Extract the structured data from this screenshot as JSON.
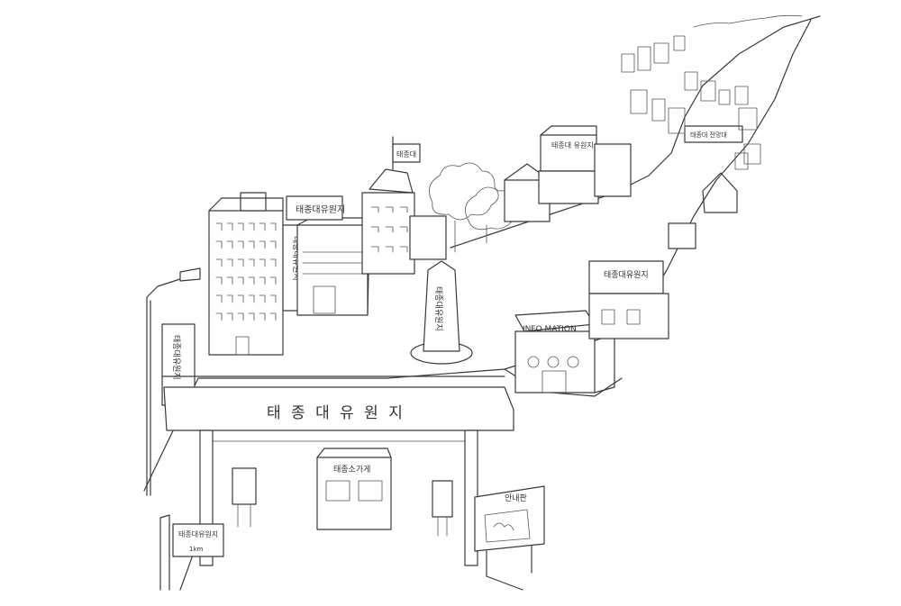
{
  "gate_sign": "태 종 대  유 원 지",
  "info_building_sign": "INFO MATION",
  "monument_text": "태종대유원지",
  "rooftop_sign": "태종대유원지",
  "building_vertical_sign": "태종대유원지",
  "lamppost_banner": "태종대유원지",
  "ticket_booth_sign": "태종소가게",
  "map_board_title": "안내판",
  "direction_sign": "태종대유원지",
  "direction_sign_sub": "1km",
  "ridge_building_sign": "태종대 유원지",
  "distant_banner": "태종대 전망대",
  "right_building_sign": "태종대유원지",
  "flag_text": "태종대",
  "colors": {
    "ink": "#3a3a3a",
    "paper": "#ffffff"
  }
}
